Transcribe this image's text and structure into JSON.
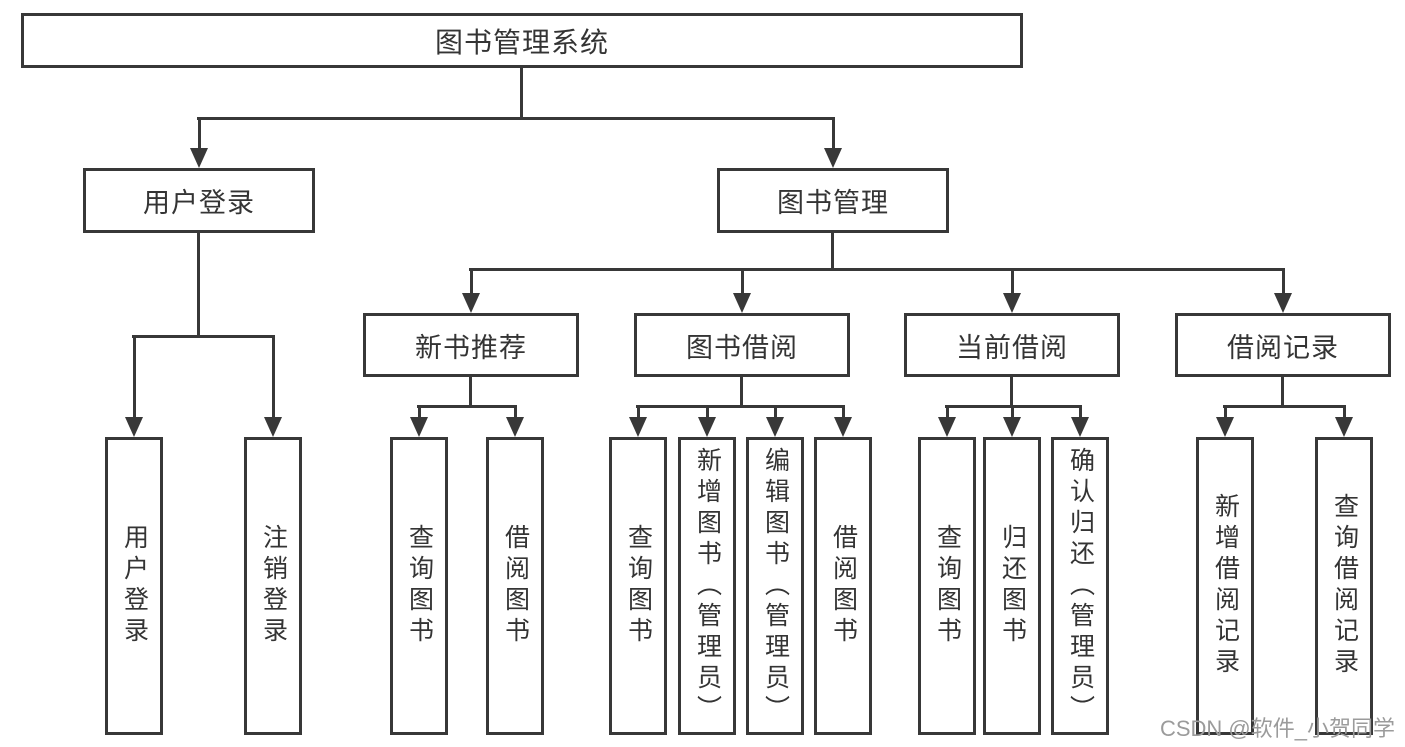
{
  "nodes": {
    "root": "图书管理系统",
    "user_login": "用户登录",
    "book_mgmt": "图书管理",
    "new_book_rec": "新书推荐",
    "book_borrow": "图书借阅",
    "current_borrow": "当前借阅",
    "borrow_record": "借阅记录",
    "leaf_user_login": "用户登录",
    "leaf_logout": "注销登录",
    "leaf_rec_query_book": "查询图书",
    "leaf_rec_borrow_book": "借阅图书",
    "leaf_bb_query_book": "查询图书",
    "leaf_bb_add_book": "新增图书（管理员）",
    "leaf_bb_edit_book": "编辑图书（管理员）",
    "leaf_bb_borrow_book": "借阅图书",
    "leaf_cb_query_book": "查询图书",
    "leaf_cb_return_book": "归还图书",
    "leaf_cb_confirm_return": "确认归还（管理员）",
    "leaf_br_add_record": "新增借阅记录",
    "leaf_br_query_record": "查询借阅记录"
  },
  "tree": {
    "图书管理系统": {
      "用户登录": [
        "用户登录",
        "注销登录"
      ],
      "图书管理": {
        "新书推荐": [
          "查询图书",
          "借阅图书"
        ],
        "图书借阅": [
          "查询图书",
          "新增图书（管理员）",
          "编辑图书（管理员）",
          "借阅图书"
        ],
        "当前借阅": [
          "查询图书",
          "归还图书",
          "确认归还（管理员）"
        ],
        "借阅记录": [
          "新增借阅记录",
          "查询借阅记录"
        ]
      }
    }
  },
  "watermark": "CSDN @软件_小贺同学",
  "colors": {
    "line": "#383838",
    "box_border": "#383838",
    "text": "#343434",
    "background": "#ffffff",
    "watermark": "#9b9b9b"
  }
}
